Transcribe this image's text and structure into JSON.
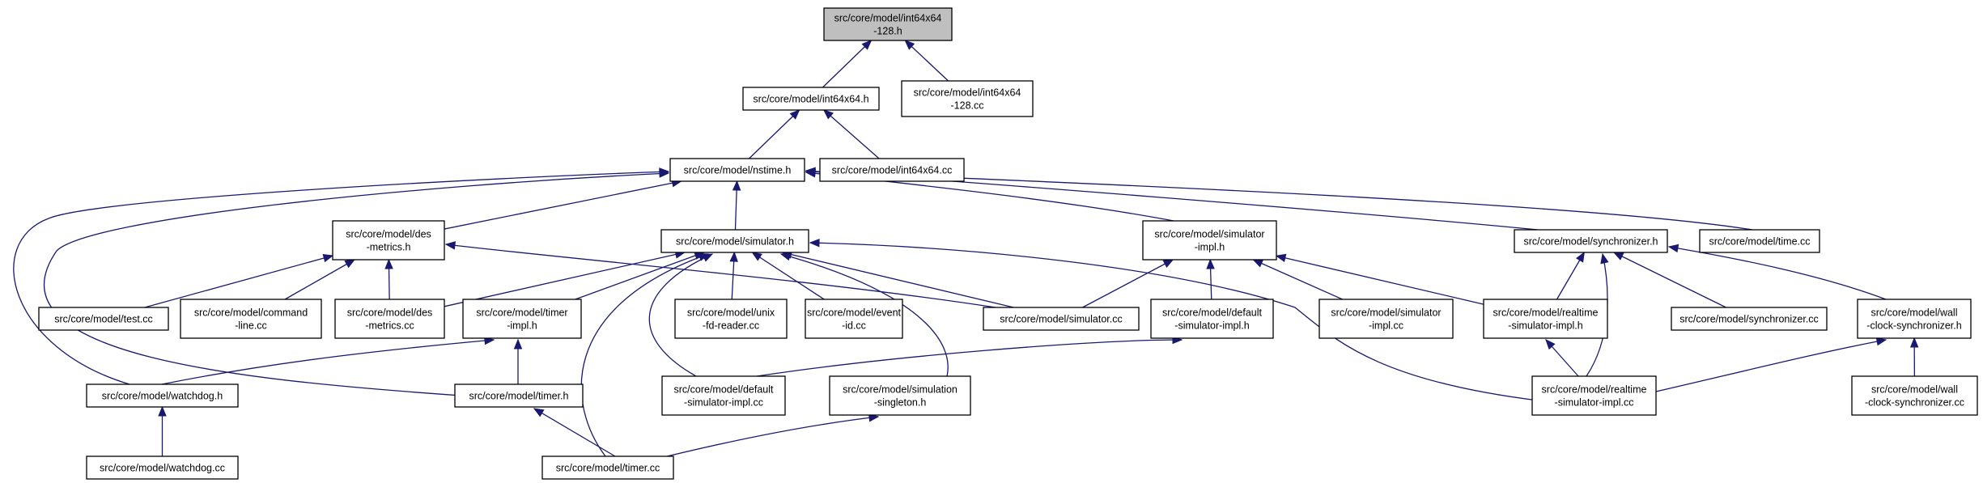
{
  "nodes": [
    {
      "id": "n0",
      "lines": [
        "src/core/model/int64x64",
        "-128.h"
      ],
      "root": true
    },
    {
      "id": "n1",
      "lines": [
        "src/core/model/int64x64.h"
      ]
    },
    {
      "id": "n2",
      "lines": [
        "src/core/model/int64x64",
        "-128.cc"
      ]
    },
    {
      "id": "n3",
      "lines": [
        "src/core/model/nstime.h"
      ]
    },
    {
      "id": "n4",
      "lines": [
        "src/core/model/int64x64.cc"
      ]
    },
    {
      "id": "n5",
      "lines": [
        "src/core/model/des",
        "-metrics.h"
      ]
    },
    {
      "id": "n6",
      "lines": [
        "src/core/model/simulator.h"
      ]
    },
    {
      "id": "n7",
      "lines": [
        "src/core/model/simulator",
        "-impl.h"
      ]
    },
    {
      "id": "n8",
      "lines": [
        "src/core/model/synchronizer.h"
      ]
    },
    {
      "id": "n9",
      "lines": [
        "src/core/model/time.cc"
      ]
    },
    {
      "id": "n10",
      "lines": [
        "src/core/model/test.cc"
      ]
    },
    {
      "id": "n11",
      "lines": [
        "src/core/model/command",
        "-line.cc"
      ]
    },
    {
      "id": "n12",
      "lines": [
        "src/core/model/des",
        "-metrics.cc"
      ]
    },
    {
      "id": "n13",
      "lines": [
        "src/core/model/timer",
        "-impl.h"
      ]
    },
    {
      "id": "n14",
      "lines": [
        "src/core/model/unix",
        "-fd-reader.cc"
      ]
    },
    {
      "id": "n15",
      "lines": [
        "src/core/model/event",
        "-id.cc"
      ]
    },
    {
      "id": "n16",
      "lines": [
        "src/core/model/simulator.cc"
      ]
    },
    {
      "id": "n17",
      "lines": [
        "src/core/model/default",
        "-simulator-impl.h"
      ]
    },
    {
      "id": "n18",
      "lines": [
        "src/core/model/simulator",
        "-impl.cc"
      ]
    },
    {
      "id": "n19",
      "lines": [
        "src/core/model/realtime",
        "-simulator-impl.h"
      ]
    },
    {
      "id": "n20",
      "lines": [
        "src/core/model/synchronizer.cc"
      ]
    },
    {
      "id": "n21",
      "lines": [
        "src/core/model/wall",
        "-clock-synchronizer.h"
      ]
    },
    {
      "id": "n22",
      "lines": [
        "src/core/model/watchdog.h"
      ]
    },
    {
      "id": "n23",
      "lines": [
        "src/core/model/timer.h"
      ]
    },
    {
      "id": "n24",
      "lines": [
        "src/core/model/default",
        "-simulator-impl.cc"
      ]
    },
    {
      "id": "n25",
      "lines": [
        "src/core/model/simulation",
        "-singleton.h"
      ]
    },
    {
      "id": "n26",
      "lines": [
        "src/core/model/realtime",
        "-simulator-impl.cc"
      ]
    },
    {
      "id": "n27",
      "lines": [
        "src/core/model/wall",
        "-clock-synchronizer.cc"
      ]
    },
    {
      "id": "n28",
      "lines": [
        "src/core/model/watchdog.cc"
      ]
    },
    {
      "id": "n29",
      "lines": [
        "src/core/model/timer.cc"
      ]
    }
  ],
  "edges": [
    [
      "n1",
      "n0"
    ],
    [
      "n2",
      "n0"
    ],
    [
      "n3",
      "n1"
    ],
    [
      "n4",
      "n1"
    ],
    [
      "n5",
      "n3"
    ],
    [
      "n6",
      "n3"
    ],
    [
      "n7",
      "n3"
    ],
    [
      "n8",
      "n3"
    ],
    [
      "n9",
      "n3"
    ],
    [
      "n22",
      "n3"
    ],
    [
      "n23",
      "n3"
    ],
    [
      "n10",
      "n5"
    ],
    [
      "n11",
      "n5"
    ],
    [
      "n12",
      "n5"
    ],
    [
      "n16",
      "n5"
    ],
    [
      "n12",
      "n6"
    ],
    [
      "n13",
      "n6"
    ],
    [
      "n14",
      "n6"
    ],
    [
      "n15",
      "n6"
    ],
    [
      "n16",
      "n6"
    ],
    [
      "n24",
      "n6"
    ],
    [
      "n25",
      "n6"
    ],
    [
      "n26",
      "n6"
    ],
    [
      "n29",
      "n6"
    ],
    [
      "n16",
      "n7"
    ],
    [
      "n17",
      "n7"
    ],
    [
      "n18",
      "n7"
    ],
    [
      "n19",
      "n7"
    ],
    [
      "n19",
      "n8"
    ],
    [
      "n20",
      "n8"
    ],
    [
      "n21",
      "n8"
    ],
    [
      "n26",
      "n8"
    ],
    [
      "n22",
      "n13"
    ],
    [
      "n23",
      "n13"
    ],
    [
      "n24",
      "n17"
    ],
    [
      "n26",
      "n19"
    ],
    [
      "n26",
      "n21"
    ],
    [
      "n27",
      "n21"
    ],
    [
      "n28",
      "n22"
    ],
    [
      "n29",
      "n23"
    ],
    [
      "n29",
      "n25"
    ]
  ]
}
